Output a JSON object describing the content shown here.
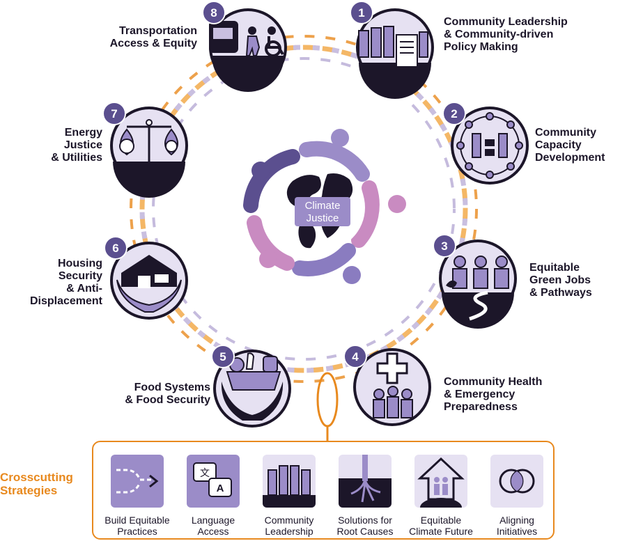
{
  "center": {
    "title_line1": "Climate",
    "title_line2": "Justice"
  },
  "nodes": [
    {
      "num": "1",
      "label": "Community Leadership\n& Community-driven\nPolicy Making",
      "icon": "community-leadership-icon"
    },
    {
      "num": "2",
      "label": "Community\nCapacity\nDevelopment",
      "icon": "capacity-development-icon"
    },
    {
      "num": "3",
      "label": "Equitable\nGreen Jobs\n& Pathways",
      "icon": "green-jobs-icon"
    },
    {
      "num": "4",
      "label": "Community Health\n& Emergency\nPreparedness",
      "icon": "health-cross-icon"
    },
    {
      "num": "5",
      "label": "Food Systems\n& Food Security",
      "icon": "food-basket-icon"
    },
    {
      "num": "6",
      "label": "Housing\nSecurity\n& Anti-\nDisplacement",
      "icon": "house-hands-icon"
    },
    {
      "num": "7",
      "label": "Energy\nJustice\n& Utilities",
      "icon": "energy-scale-icon"
    },
    {
      "num": "8",
      "label": "Transportation\nAccess & Equity",
      "icon": "transit-access-icon"
    }
  ],
  "crosscutting": {
    "title": "Crosscutting\nStrategies",
    "items": [
      {
        "label": "Build Equitable\nPractices",
        "icon": "dashed-arrow-icon"
      },
      {
        "label": "Language\nAccess",
        "icon": "language-bubbles-icon"
      },
      {
        "label": "Community\nLeadership",
        "icon": "raised-hands-people-icon"
      },
      {
        "label": "Solutions for\nRoot Causes",
        "icon": "roots-icon"
      },
      {
        "label": "Equitable\nClimate Future",
        "icon": "future-arrow-icon"
      },
      {
        "label": "Aligning\nInitiatives",
        "icon": "overlapping-circles-icon"
      }
    ]
  },
  "colors": {
    "purple": "#7b6bb3",
    "purple_light": "#c9bfe0",
    "lavender_bg": "#e6e1f2",
    "pink": "#c98bc1",
    "dark": "#1c1629",
    "orange": "#e8891e",
    "orange_light": "#f4b766"
  }
}
